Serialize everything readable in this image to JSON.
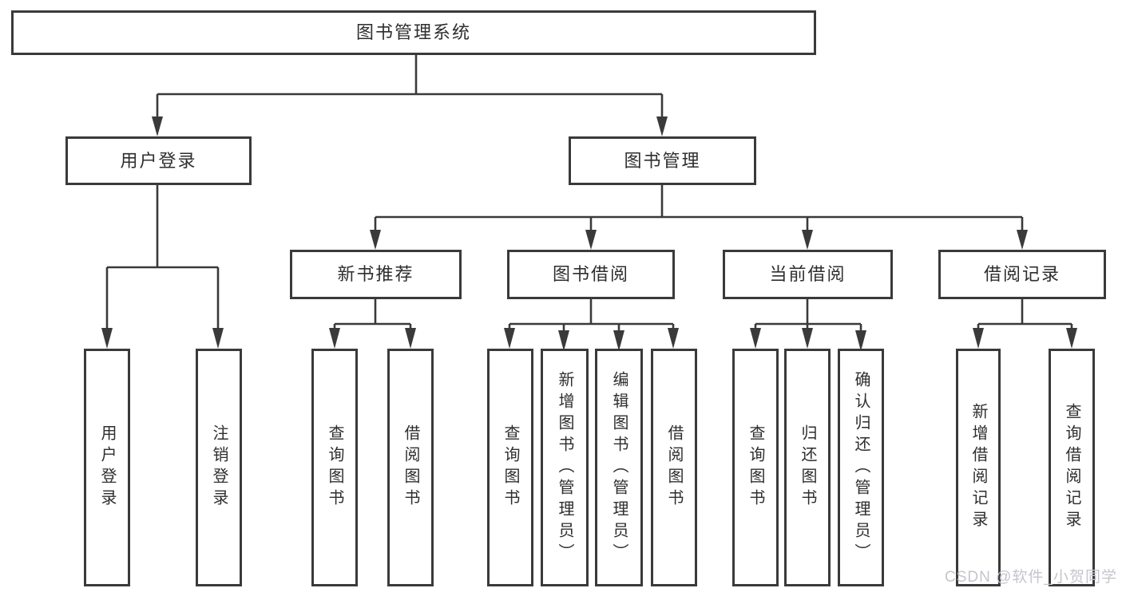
{
  "diagram": {
    "title": "图书管理系统",
    "branches": {
      "user_login": {
        "label": "用户登录",
        "children": {
          "login": "用户登录",
          "logout": "注销登录"
        }
      },
      "book_management": {
        "label": "图书管理",
        "children": {
          "new_book_recommendation": {
            "label": "新书推荐",
            "children": {
              "query_books": "查询图书",
              "borrow_books": "借阅图书"
            }
          },
          "book_borrowing": {
            "label": "图书借阅",
            "children": {
              "query_books": "查询图书",
              "add_books": "新增图书（管理员）",
              "edit_books": "编辑图书（管理员）",
              "borrow_books": "借阅图书"
            }
          },
          "current_borrowing": {
            "label": "当前借阅",
            "children": {
              "query_books": "查询图书",
              "return_books": "归还图书",
              "confirm_return": "确认归还（管理员）"
            }
          },
          "borrowing_records": {
            "label": "借阅记录",
            "children": {
              "add_record": "新增借阅记录",
              "query_record": "查询借阅记录"
            }
          }
        }
      }
    }
  },
  "watermark": "CSDN @软件_小贺同学",
  "colors": {
    "line": "#3a3a3a",
    "text": "#2e2e2e",
    "background": "#ffffff",
    "watermark": "#c3c6cc"
  }
}
